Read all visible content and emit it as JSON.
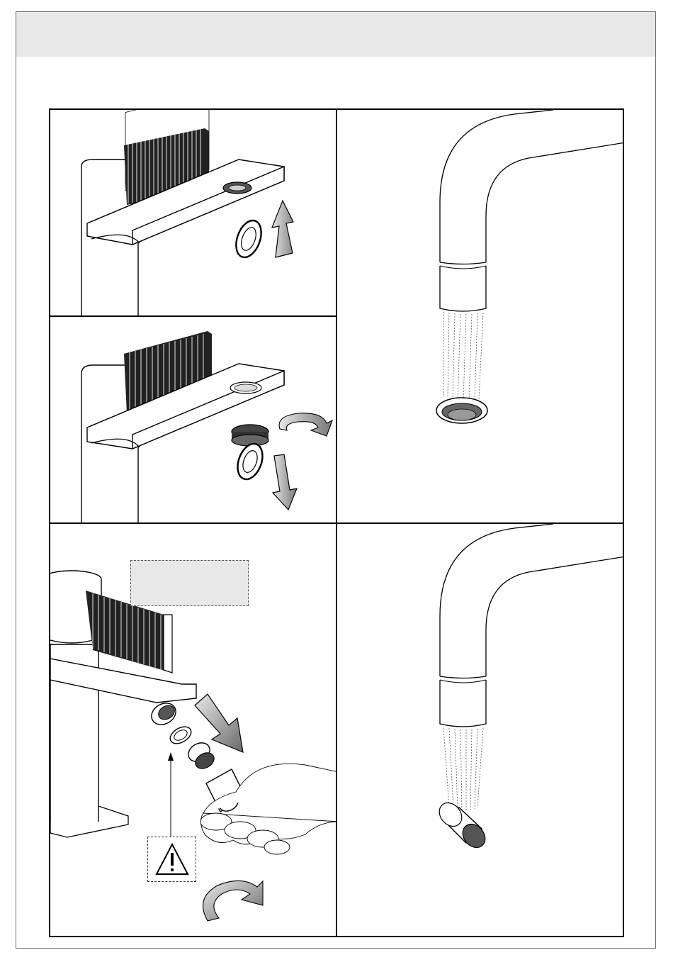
{
  "header": {
    "title": ""
  },
  "panels": [
    {
      "id": "step-1",
      "caption": ""
    },
    {
      "id": "step-2",
      "caption": ""
    },
    {
      "id": "step-3",
      "caption": ""
    },
    {
      "id": "result-1",
      "caption": ""
    },
    {
      "id": "result-2",
      "caption": ""
    }
  ],
  "callout": {
    "text": ""
  },
  "icons": [
    "arrow-up-icon",
    "arrow-down-icon",
    "rotate-icon",
    "warning-icon"
  ],
  "colors": {
    "header_band": "#e8e8e8",
    "line": "#000000",
    "arrow_fill": "#9a9a9a"
  }
}
